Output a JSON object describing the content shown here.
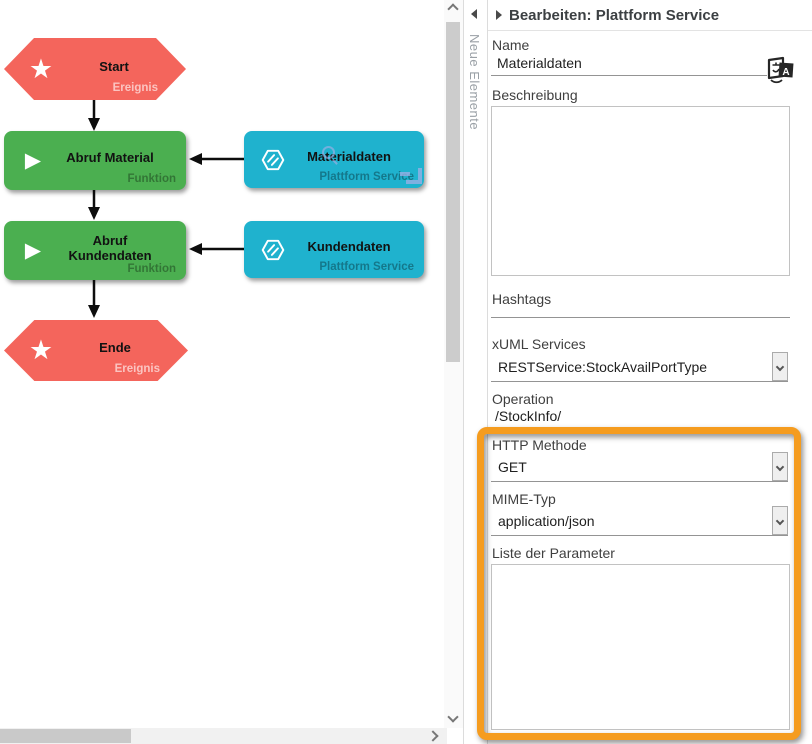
{
  "colors": {
    "node-red": "#F4655C",
    "node-green": "#4BAF50",
    "node-cyan": "#1FB2CE",
    "highlight": "#F59C1F",
    "ghost-blue": "#9FB0E6"
  },
  "canvas": {
    "nodes": [
      {
        "type": "event",
        "title": "Start",
        "subtitle": "Ereignis"
      },
      {
        "type": "function",
        "title": "Abruf Material",
        "subtitle": "Funktion"
      },
      {
        "type": "service",
        "title": "Materialdaten",
        "subtitle": "Plattform Service"
      },
      {
        "type": "function",
        "title": "Abruf Kundendaten",
        "subtitle": "Funktion"
      },
      {
        "type": "service",
        "title": "Kundendaten",
        "subtitle": "Plattform Service"
      },
      {
        "type": "event",
        "title": "Ende",
        "subtitle": "Ereignis"
      }
    ]
  },
  "palette": {
    "collapsed_label": "Neue Elemente"
  },
  "panel": {
    "title": "Bearbeiten: Plattform Service",
    "fields": {
      "name": {
        "label": "Name",
        "value": "Materialdaten"
      },
      "beschreibung": {
        "label": "Beschreibung",
        "value": ""
      },
      "hashtags": {
        "label": "Hashtags",
        "value": ""
      },
      "xuml_services": {
        "label": "xUML Services",
        "value": "RESTService:StockAvailPortType"
      },
      "operation": {
        "label": "Operation",
        "value": "/StockInfo/"
      },
      "http_methode": {
        "label": "HTTP Methode",
        "value": "GET"
      },
      "mime_typ": {
        "label": "MIME-Typ",
        "value": "application/json"
      },
      "parameter": {
        "label": "Liste der Parameter",
        "value": ""
      }
    }
  }
}
